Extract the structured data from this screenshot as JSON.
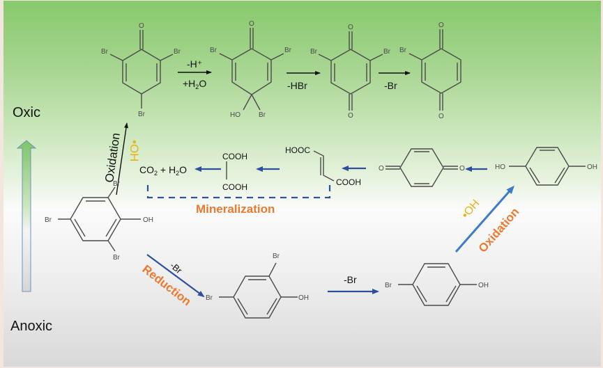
{
  "zones": {
    "top": "Oxic",
    "bottom": "Anoxic"
  },
  "colors": {
    "blue_arrow": "#2f4f9c",
    "oxidation_arrow": "#3d7cc4",
    "orange_label": "#ea7a2f",
    "radical_label": "#e8b312",
    "bond": "#4a4a4a"
  },
  "molecules": {
    "tbp": {
      "name": "2,4,6-tribromophenol",
      "atoms": [
        "Br",
        "Br",
        "Br",
        "OH"
      ]
    },
    "dienone": {
      "name": "2,4,6-tribromo-cyclohexadienone",
      "atoms": [
        "O",
        "Br",
        "Br",
        "Br"
      ]
    },
    "hydroxy_dienone": {
      "name": "4-hydroxy-2,4,6-tribromo-cyclohexadienone",
      "atoms": [
        "O",
        "Br",
        "Br",
        "HO",
        "Br"
      ]
    },
    "dibromo_bq": {
      "name": "2,6-dibromo-1,4-benzoquinone",
      "atoms": [
        "O",
        "Br",
        "Br",
        "O"
      ]
    },
    "bromo_bq": {
      "name": "2-bromo-1,4-benzoquinone",
      "atoms": [
        "O",
        "Br",
        "O"
      ]
    },
    "dbp": {
      "name": "2,4-dibromophenol",
      "atoms": [
        "Br",
        "Br",
        "OH"
      ]
    },
    "bp": {
      "name": "4-bromophenol",
      "atoms": [
        "Br",
        "OH"
      ]
    },
    "hq": {
      "name": "hydroquinone",
      "atoms": [
        "HO",
        "OH"
      ]
    },
    "bq": {
      "name": "1,4-benzoquinone",
      "atoms": [
        "O",
        "O"
      ]
    },
    "maleic": {
      "name": "maleic acid",
      "atoms": [
        "HOOC",
        "COOH"
      ]
    },
    "oxalic": {
      "name": "oxalic acid",
      "atoms": [
        "COOH",
        "COOH"
      ]
    }
  },
  "steps": {
    "s1_top": "-H⁺",
    "s1_bottom_prefix": "+H",
    "s1_bottom_sub": "2",
    "s1_bottom_suffix": "O",
    "s2": "-HBr",
    "s3": "-Br",
    "reduction_step": "-Br",
    "dbp_to_bp": "-Br"
  },
  "products": {
    "co2": "CO",
    "co2_sub": "2",
    "plus": " + H",
    "h2o_sub": "2",
    "h2o_end": "O"
  },
  "labels": {
    "oxidation_left": "Oxidation",
    "oh_radical_left": "•OH",
    "mineralization": "Mineralization",
    "reduction": "Reduction",
    "oxidation_right": "Oxidation",
    "oh_radical_right": "•OH"
  }
}
